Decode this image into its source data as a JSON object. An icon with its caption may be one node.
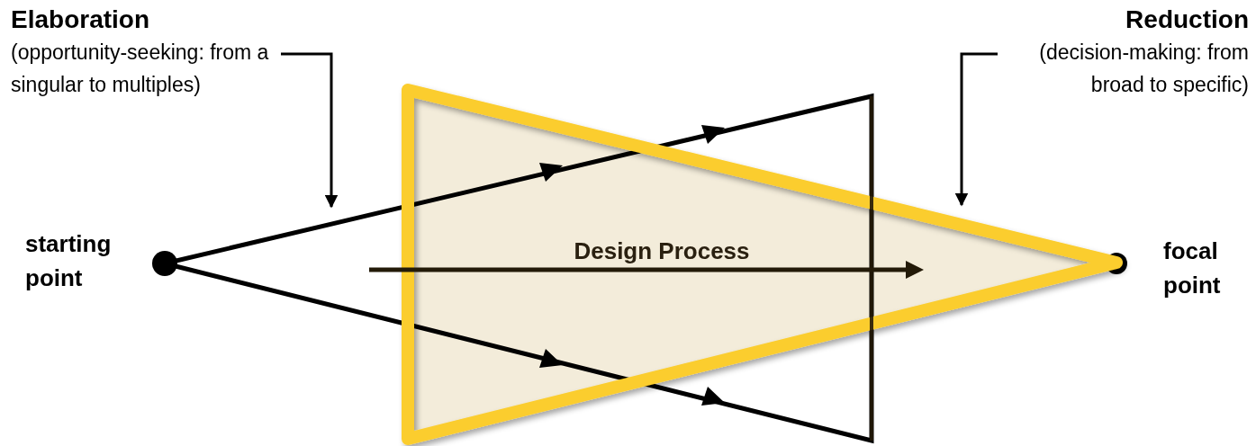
{
  "diagram": {
    "nodes": [
      {
        "text": [
          "Elaboration",
          "(opportunity-seeking: from a singular to multiples)"
        ]
      },
      {
        "text": [
          "Reduction",
          "(decision-making: from broad to specific)"
        ]
      }
    ],
    "edges": [
      {
        "from": 0,
        "to": null,
        "arrow": "to"
      },
      {
        "from": 1,
        "to": null,
        "arrow": "to"
      }
    ],
    "labels": [
      "starting point",
      "Design Process",
      "focal point"
    ]
  }
}
